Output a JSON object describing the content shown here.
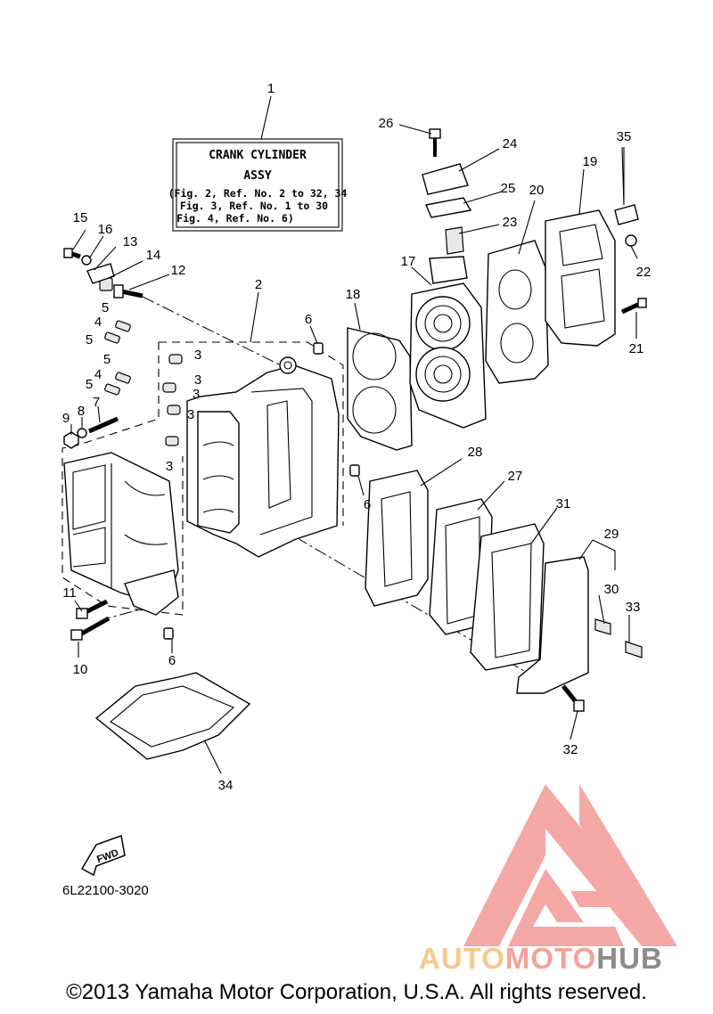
{
  "title_box": {
    "line1": "CRANK CYLINDER",
    "line2": "ASSY",
    "line3": "(Fig. 2, Ref. No. 2 to 32, 34",
    "line4": "Fig. 3, Ref. No. 1 to 30",
    "line5": "Fig. 4, Ref. No. 6)"
  },
  "callouts": {
    "c1": "1",
    "c2": "2",
    "c3a": "3",
    "c3b": "3",
    "c3c": "3",
    "c3d": "3",
    "c3e": "3",
    "c4a": "4",
    "c4b": "4",
    "c5a": "5",
    "c5b": "5",
    "c5c": "5",
    "c5d": "5",
    "c6a": "6",
    "c6b": "6",
    "c6c": "6",
    "c7": "7",
    "c8": "8",
    "c9": "9",
    "c10": "10",
    "c11": "11",
    "c12": "12",
    "c13": "13",
    "c14": "14",
    "c15": "15",
    "c16": "16",
    "c17": "17",
    "c18": "18",
    "c19": "19",
    "c20": "20",
    "c21": "21",
    "c22": "22",
    "c23": "23",
    "c24": "24",
    "c25": "25",
    "c26": "26",
    "c27": "27",
    "c28": "28",
    "c29": "29",
    "c30": "30",
    "c31": "31",
    "c32": "32",
    "c33": "33",
    "c34": "34",
    "c35": "35"
  },
  "fwd_label": "FWD",
  "part_number": "6L22100-3020",
  "watermark": {
    "auto": "AUTO",
    "moto": "MOTO",
    "hub": "HUB",
    "colors": {
      "triangle": "#f29a96",
      "auto": "#f7c98a",
      "moto": "#f3a39b",
      "hub": "#8c8c8c"
    }
  },
  "copyright": "©2013 Yamaha Motor Corporation, U.S.A. All rights reserved."
}
